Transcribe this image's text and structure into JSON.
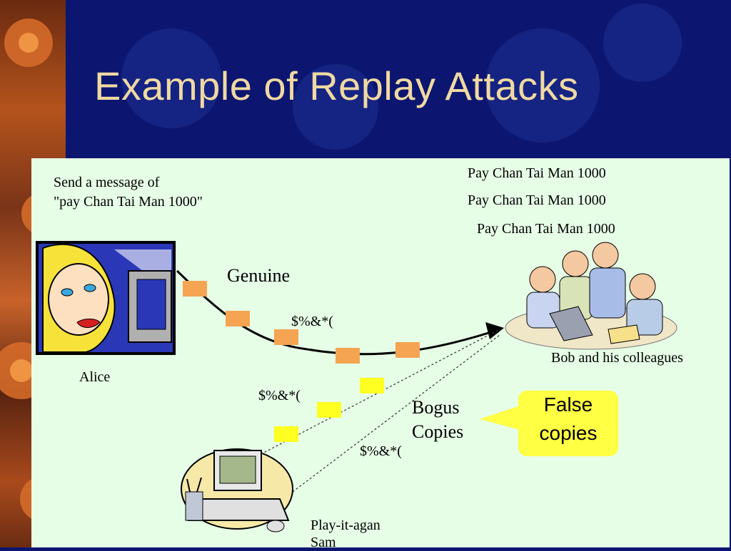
{
  "slide": {
    "title": "Example of Replay Attacks"
  },
  "alice": {
    "message_line1": "Send a message of",
    "message_line2": "\"pay Chan Tai Man 1000\"",
    "label": "Alice"
  },
  "bob": {
    "received": [
      "Pay Chan Tai Man 1000",
      "Pay Chan Tai Man 1000",
      "Pay Chan Tai Man 1000"
    ],
    "label": "Bob and his colleagues"
  },
  "path": {
    "genuine_label": "Genuine",
    "cipher_top": "$%&*(",
    "cipher_mid": "$%&*(",
    "cipher_bottom": "$%&*("
  },
  "attacker": {
    "bogus_line1": "Bogus",
    "bogus_line2": "Copies",
    "label_line1": "Play-it-agan",
    "label_line2": "Sam"
  },
  "callout": {
    "line1": "False",
    "line2": "copies",
    "color": "#ffff44"
  },
  "colors": {
    "background": "#0c1670",
    "panel": "#e6fde6",
    "title": "#f0d9a2",
    "genuine_packet": "#f5a452",
    "bogus_packet": "#ffff22"
  }
}
